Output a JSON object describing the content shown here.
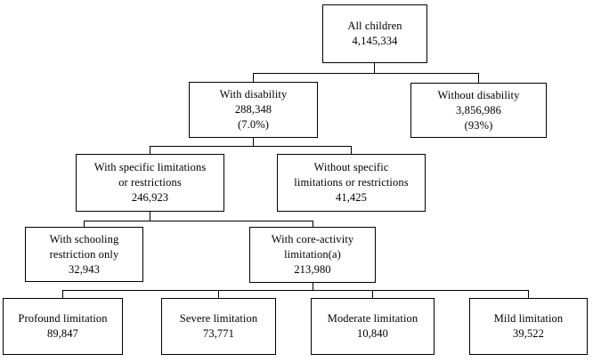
{
  "diagram": {
    "nodes": {
      "all_children": {
        "line1": "All children",
        "value": "4,145,334"
      },
      "with_disability": {
        "line1": "With disability",
        "value": "288,348",
        "percent": "(7.0%)"
      },
      "without_disability": {
        "line1": "Without disability",
        "value": "3,856,986",
        "percent": "(93%)"
      },
      "with_specific": {
        "line1": "With specific limitations",
        "line2": "or restrictions",
        "value": "246,923"
      },
      "without_specific": {
        "line1": "Without specific",
        "line2": "limitations or restrictions",
        "value": "41,425"
      },
      "with_schooling": {
        "line1": "With schooling",
        "line2": "restriction only",
        "value": "32,943"
      },
      "with_core_activity": {
        "line1": "With core-activity",
        "line2": "limitation(a)",
        "value": "213,980"
      },
      "profound": {
        "line1": "Profound limitation",
        "value": "89,847"
      },
      "severe": {
        "line1": "Severe limitation",
        "value": "73,771"
      },
      "moderate": {
        "line1": "Moderate limitation",
        "value": "10,840"
      },
      "mild": {
        "line1": "Mild limitation",
        "value": "39,522"
      }
    }
  }
}
